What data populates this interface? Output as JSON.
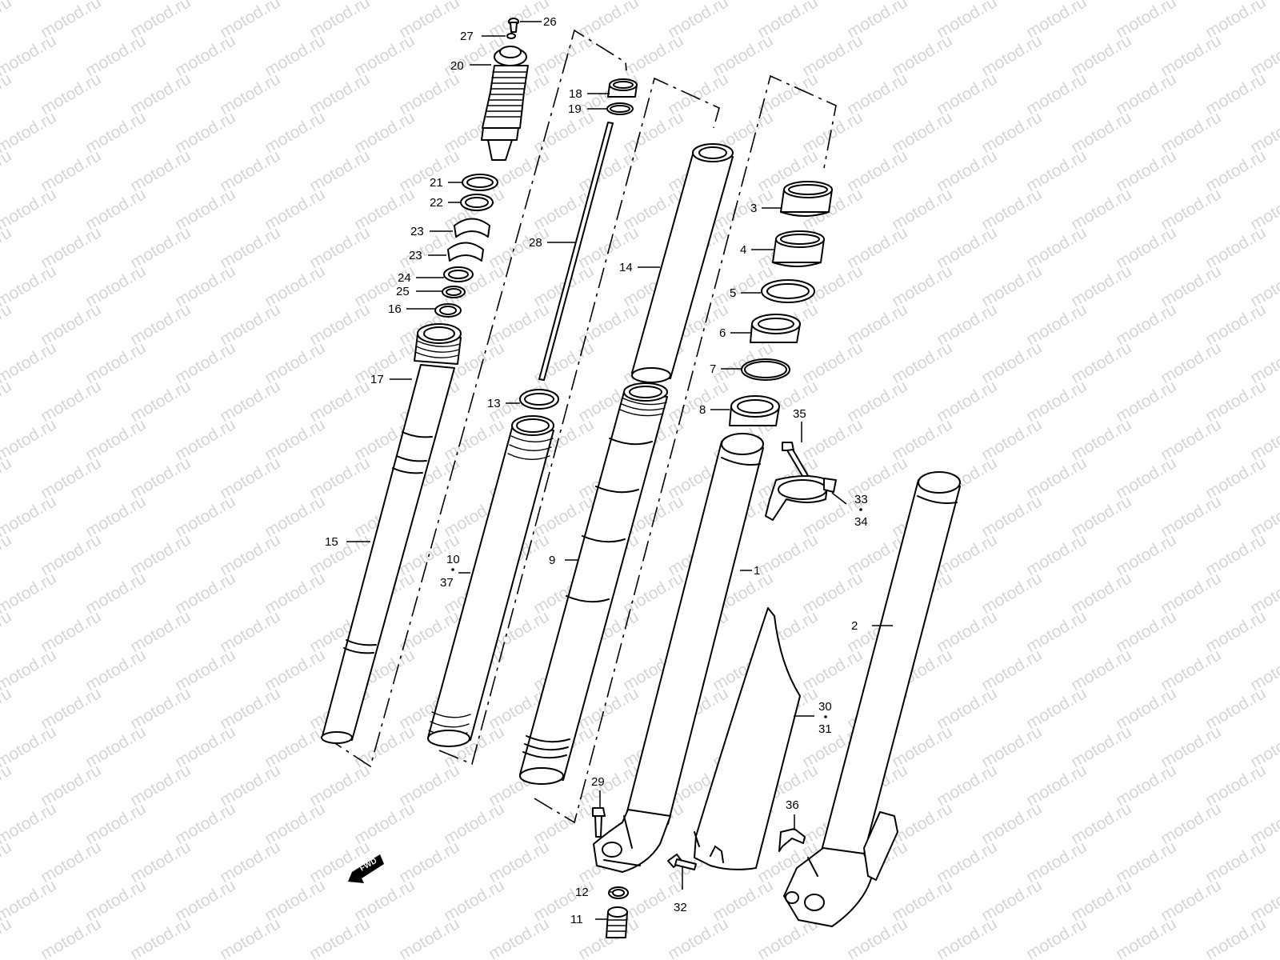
{
  "watermark": "motod.ru",
  "fwd_label": "FWD",
  "labels": {
    "l1": "1",
    "l2": "2",
    "l3": "3",
    "l4": "4",
    "l5": "5",
    "l6": "6",
    "l7": "7",
    "l8": "8",
    "l9": "9",
    "l10": "10",
    "l37": "37",
    "l11": "11",
    "l12": "12",
    "l13": "13",
    "l14": "14",
    "l15": "15",
    "l16": "16",
    "l17": "17",
    "l18": "18",
    "l19": "19",
    "l20": "20",
    "l21": "21",
    "l22": "22",
    "l23a": "23",
    "l23b": "23",
    "l24": "24",
    "l25": "25",
    "l26": "26",
    "l27": "27",
    "l28": "28",
    "l29": "29",
    "l30": "30",
    "l31": "31",
    "l32": "32",
    "l33": "33",
    "l34": "34",
    "l35": "35",
    "l36": "36"
  },
  "colors": {
    "line": "#000000",
    "background": "#ffffff",
    "watermark": "#d4d4d4"
  }
}
